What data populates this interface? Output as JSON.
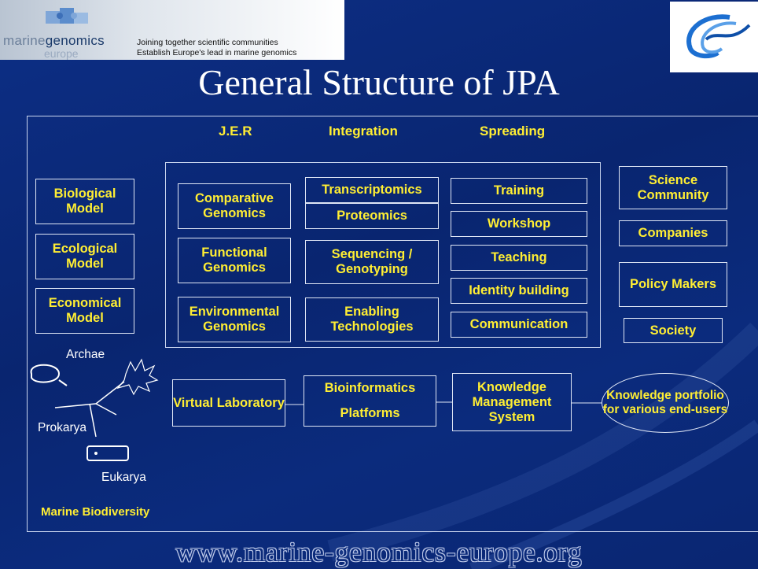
{
  "header": {
    "brand_marine": "marine",
    "brand_genomics": "genomics",
    "brand_europe": "europe",
    "tagline_1": "Joining together scientific communities",
    "tagline_2": "Establish Europe's lead in marine genomics"
  },
  "title": "General Structure of JPA",
  "columns": {
    "jer": "J.E.R",
    "integration": "Integration",
    "spreading": "Spreading"
  },
  "models": [
    "Biological Model",
    "Ecological Model",
    "Economical Model"
  ],
  "genomics": [
    "Comparative Genomics",
    "Functional Genomics",
    "Environmental Genomics"
  ],
  "integration_items": {
    "transcriptomics": "Transcriptomics",
    "proteomics": "Proteomics",
    "sequencing": "Sequencing / Genotyping",
    "enabling": "Enabling Technologies"
  },
  "spreading_items": [
    "Training",
    "Workshop",
    "Teaching",
    "Identity building",
    "Communication"
  ],
  "audiences": [
    "Science Community",
    "Companies",
    "Policy Makers",
    "Society"
  ],
  "tree": {
    "archae": "Archae",
    "prokarya": "Prokarya",
    "eukarya": "Eukarya"
  },
  "pipeline": {
    "virtual_lab": "Virtual Laboratory",
    "bioinformatics": "Bioinformatics",
    "platforms": "Platforms",
    "kms": "Knowledge Management System",
    "portfolio": "Knowledge portfolio for various end-users"
  },
  "footer_label": "Marine Biodiversity",
  "url": "www.marine-genomics-europe.org",
  "colors": {
    "background": "#0a2a7a",
    "accent": "#ffee33",
    "text": "#ffffff"
  }
}
